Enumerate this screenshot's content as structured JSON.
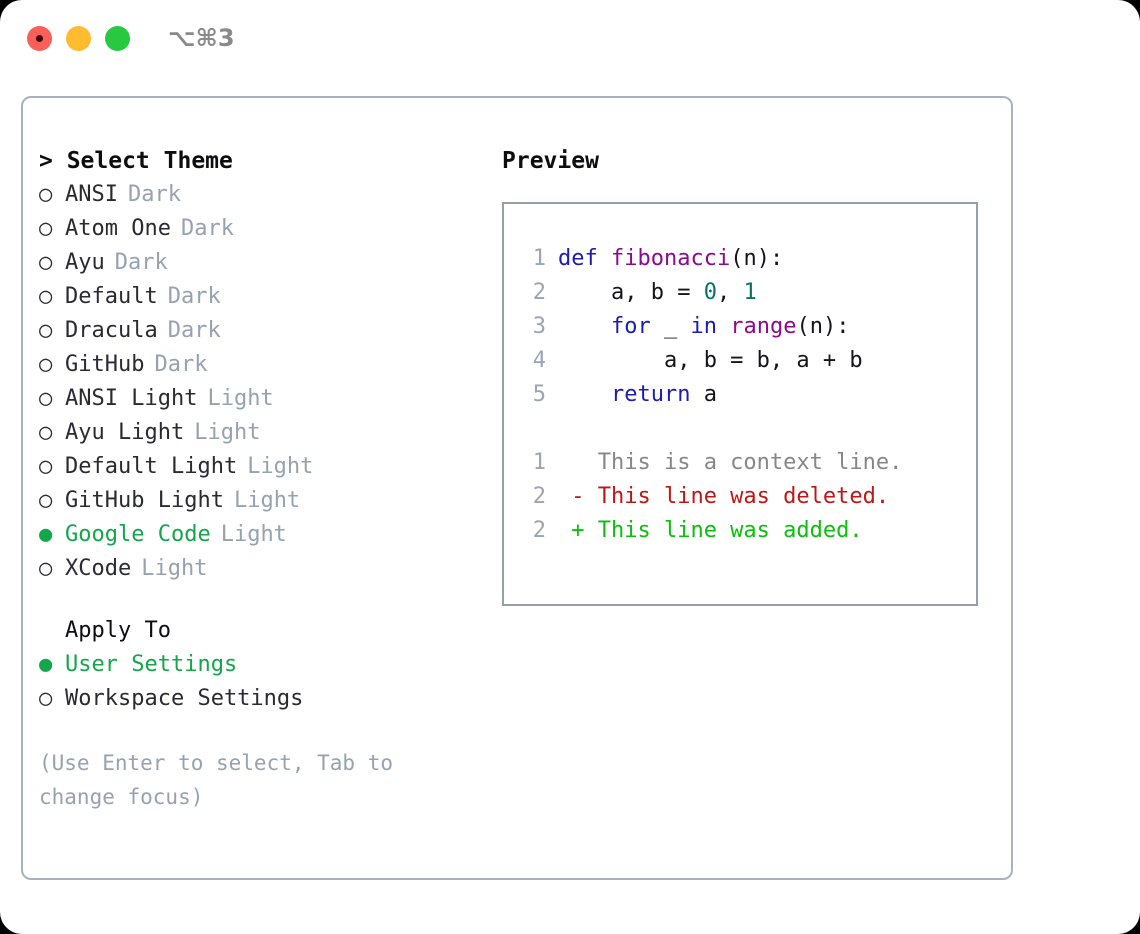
{
  "window": {
    "title": "⌥⌘3",
    "traffic_lights": [
      {
        "name": "close",
        "color": "#fb6058"
      },
      {
        "name": "minimize",
        "color": "#febc2e"
      },
      {
        "name": "zoom",
        "color": "#28c840"
      }
    ]
  },
  "theme_picker": {
    "heading": "> Select Theme",
    "marker_selected": "●",
    "marker_unselected": "○",
    "selected_color": "#13a64a",
    "themes": [
      {
        "label": "ANSI",
        "tag": "Dark",
        "selected": false
      },
      {
        "label": "Atom One",
        "tag": "Dark",
        "selected": false
      },
      {
        "label": "Ayu",
        "tag": "Dark",
        "selected": false
      },
      {
        "label": "Default",
        "tag": "Dark",
        "selected": false
      },
      {
        "label": "Dracula",
        "tag": "Dark",
        "selected": false
      },
      {
        "label": "GitHub",
        "tag": "Dark",
        "selected": false
      },
      {
        "label": "ANSI Light",
        "tag": "Light",
        "selected": false
      },
      {
        "label": "Ayu Light",
        "tag": "Light",
        "selected": false
      },
      {
        "label": "Default Light",
        "tag": "Light",
        "selected": false
      },
      {
        "label": "GitHub Light",
        "tag": "Light",
        "selected": false
      },
      {
        "label": "Google Code",
        "tag": "Light",
        "selected": true
      },
      {
        "label": "XCode",
        "tag": "Light",
        "selected": false
      }
    ]
  },
  "apply_to": {
    "heading": "Apply To",
    "options": [
      {
        "label": "User Settings",
        "selected": true
      },
      {
        "label": "Workspace Settings",
        "selected": false
      }
    ]
  },
  "hint": "(Use Enter to select, Tab to change focus)",
  "preview": {
    "title": "Preview",
    "code_lines": [
      {
        "n": "1",
        "tokens": [
          {
            "t": "def ",
            "c": "kw"
          },
          {
            "t": "fibonacci",
            "c": "fn"
          },
          {
            "t": "(n):",
            "c": "plain"
          }
        ]
      },
      {
        "n": "2",
        "tokens": [
          {
            "t": "    a, b = ",
            "c": "plain"
          },
          {
            "t": "0",
            "c": "num"
          },
          {
            "t": ", ",
            "c": "plain"
          },
          {
            "t": "1",
            "c": "num"
          }
        ]
      },
      {
        "n": "3",
        "tokens": [
          {
            "t": "    ",
            "c": "plain"
          },
          {
            "t": "for",
            "c": "kw"
          },
          {
            "t": " _ ",
            "c": "plain"
          },
          {
            "t": "in",
            "c": "kw"
          },
          {
            "t": " ",
            "c": "plain"
          },
          {
            "t": "range",
            "c": "fn"
          },
          {
            "t": "(n):",
            "c": "plain"
          }
        ]
      },
      {
        "n": "4",
        "tokens": [
          {
            "t": "        a, b = b, a + b",
            "c": "plain"
          }
        ]
      },
      {
        "n": "5",
        "tokens": [
          {
            "t": "    ",
            "c": "plain"
          },
          {
            "t": "return",
            "c": "kw"
          },
          {
            "t": " a",
            "c": "plain"
          }
        ]
      }
    ],
    "diff_lines": [
      {
        "n": "1",
        "sign": " ",
        "text": "This is a context line.",
        "kind": "ctx"
      },
      {
        "n": "2",
        "sign": "-",
        "text": "This line was deleted.",
        "kind": "del"
      },
      {
        "n": "2",
        "sign": "+",
        "text": "This line was added.",
        "kind": "add"
      }
    ]
  },
  "colors": {
    "panel_border": "#a9b3c0",
    "preview_border": "#95a0ad",
    "muted_text": "#97a2b0",
    "line_number": "#9aa5b4",
    "keyword": "#1c1cb0",
    "function": "#8c0a8c",
    "number": "#0b7265",
    "plain": "#141419",
    "diff_context": "#878787",
    "diff_deleted": "#bf1717",
    "diff_added": "#0dbf0d",
    "accent_green": "#13a64a"
  }
}
